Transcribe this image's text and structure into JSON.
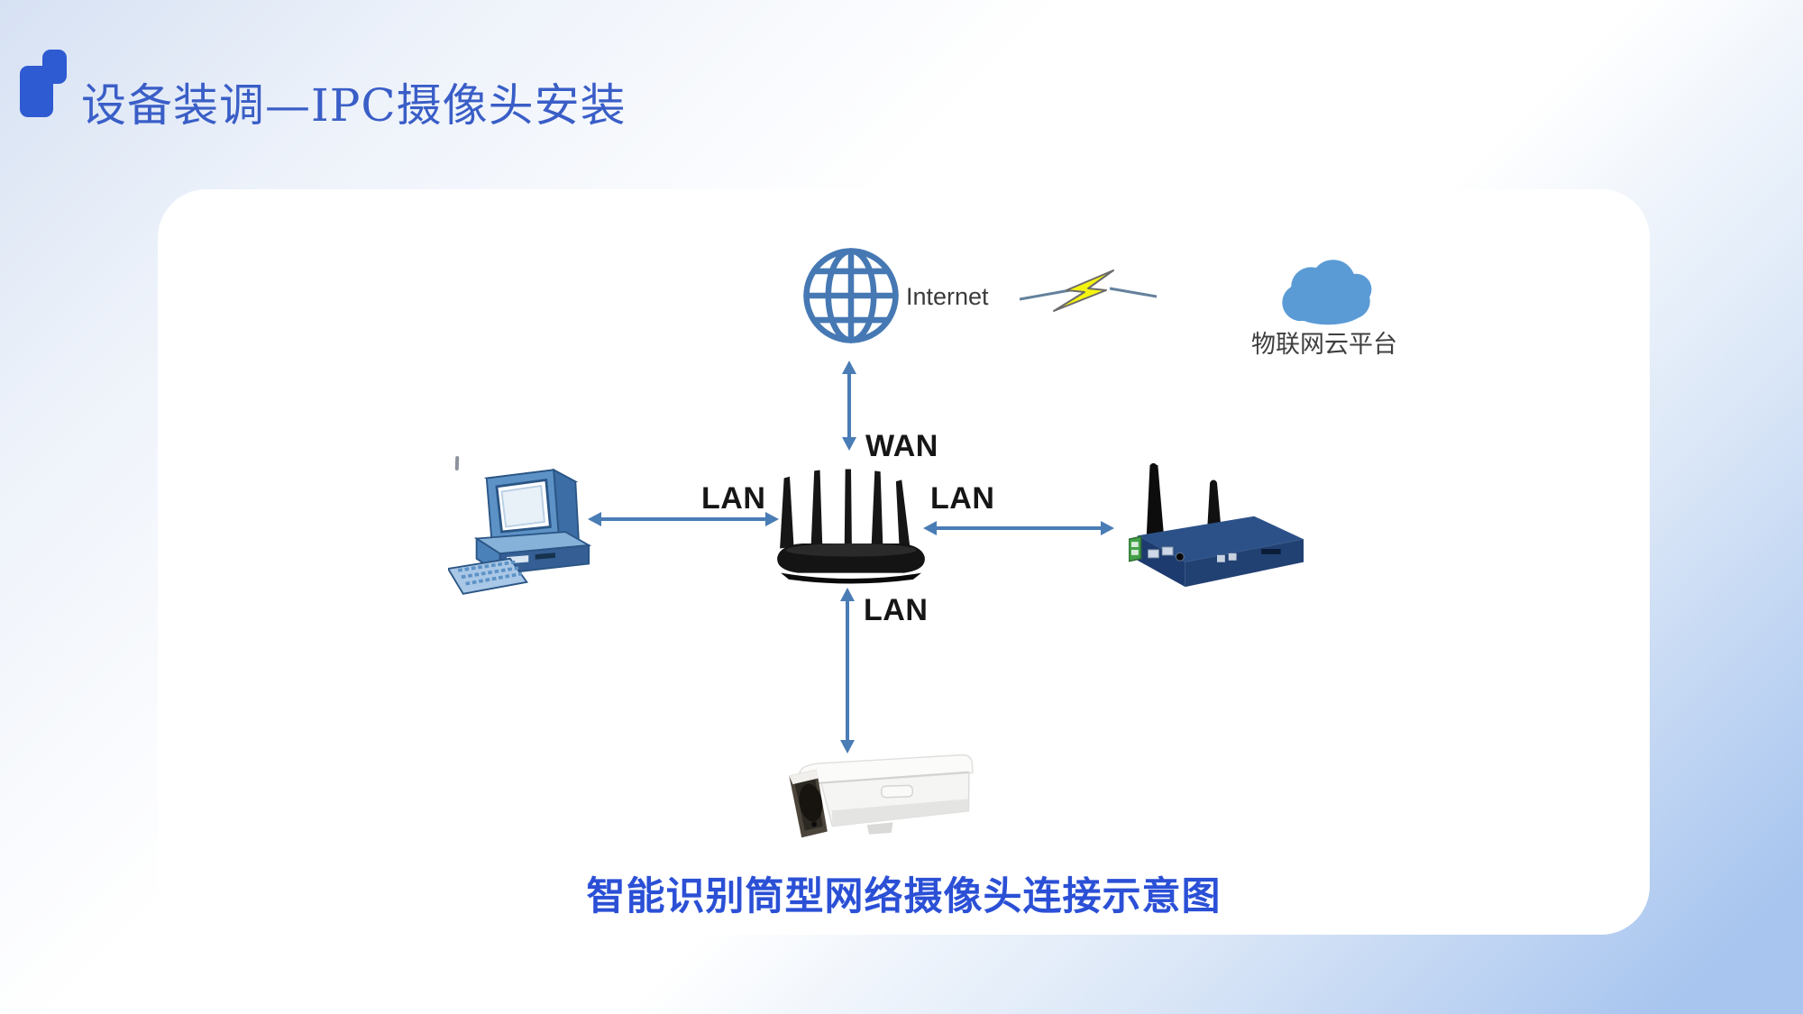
{
  "page": {
    "title": "设备装调—IPC摄像头安装",
    "caption": "智能识别筒型网络摄像头连接示意图"
  },
  "diagram": {
    "internet_label": "Internet",
    "cloud_label": "物联网云平台",
    "wan_label": "WAN",
    "lan_left_label": "LAN",
    "lan_right_label": "LAN",
    "lan_camera_label": "LAN"
  },
  "icons": {
    "title_logo": "two-blue-rounded-squares",
    "internet": "globe-grid",
    "link": "lightning-bolt",
    "cloud": "cloud",
    "router": "wireless-router-5-antennas",
    "computer": "desktop-pc",
    "gateway": "industrial-gateway-2-antennas",
    "camera": "bullet-ip-camera"
  },
  "colors": {
    "title_blue": "#3a5ec7",
    "caption_blue": "#2b50d6",
    "arrow_blue": "#4a7cb5",
    "cloud_blue": "#5b9bd5",
    "globe_blue": "#4679b4",
    "bolt_yellow": "#f4f411",
    "link_label_black": "#161616",
    "gateway_navy": "#223f70"
  }
}
